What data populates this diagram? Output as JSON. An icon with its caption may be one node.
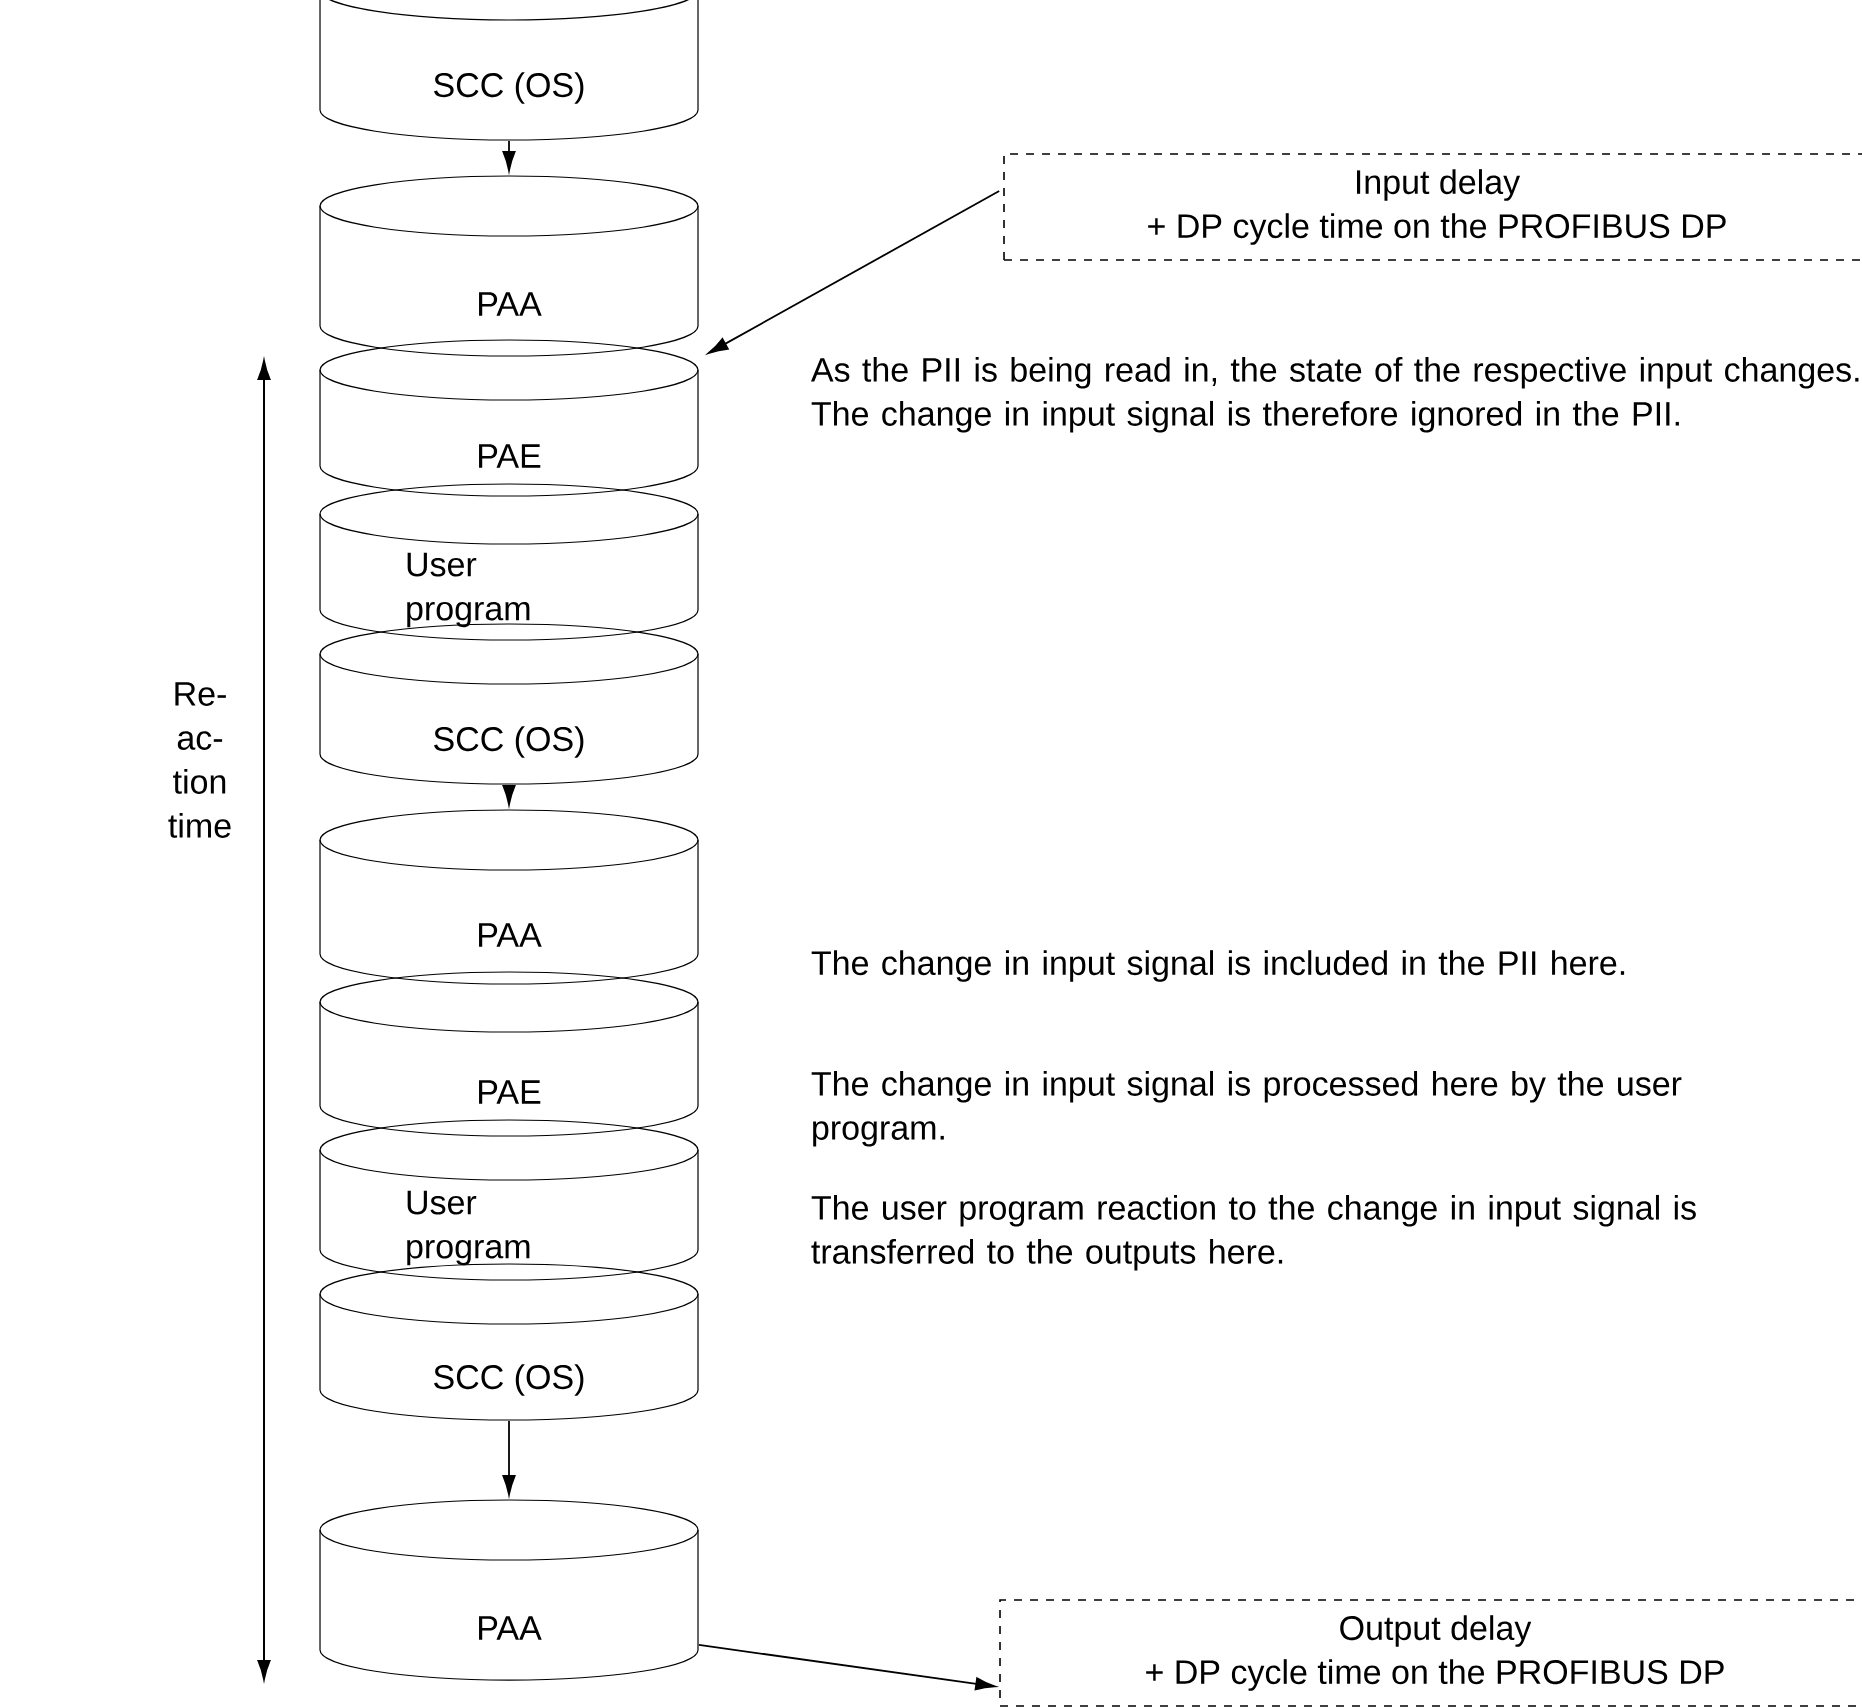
{
  "diagram": {
    "nodes": [
      {
        "text": [
          "SCC (OS)"
        ]
      },
      {
        "text": [
          "PAA"
        ]
      },
      {
        "text": [
          "PAE"
        ]
      },
      {
        "text": [
          "User program"
        ]
      },
      {
        "text": [
          "SCC (OS)"
        ]
      },
      {
        "text": [
          "PAA"
        ]
      },
      {
        "text": [
          "PAE"
        ]
      },
      {
        "text": [
          "User program"
        ]
      },
      {
        "text": [
          "SCC (OS)"
        ]
      },
      {
        "text": [
          "PAA"
        ]
      },
      {
        "text": [
          "Input delay",
          "+ DP cycle time on the PROFIBUS DP"
        ]
      },
      {
        "text": [
          "Output delay",
          "+ DP cycle time on the PROFIBUS DP"
        ]
      }
    ],
    "edges": [
      {
        "from": 0,
        "to": 1,
        "arrow": "to"
      },
      {
        "from": 4,
        "to": 5,
        "arrow": "to"
      },
      {
        "from": 8,
        "to": 9,
        "arrow": "to"
      },
      {
        "from": 10,
        "to": 2,
        "arrow": "to"
      },
      {
        "from": 9,
        "to": 11,
        "arrow": "to"
      }
    ],
    "labels": [
      "As the PII is being read in, the state of the respective input changes. The change in input signal is therefore ignored in the PII.",
      "Re- ac- tion time",
      "The change in input signal is included in the PII here.",
      "The change in input signal is processed here by the user program.",
      "The user program reaction to the change in input signal is transferred to the outputs here."
    ]
  }
}
